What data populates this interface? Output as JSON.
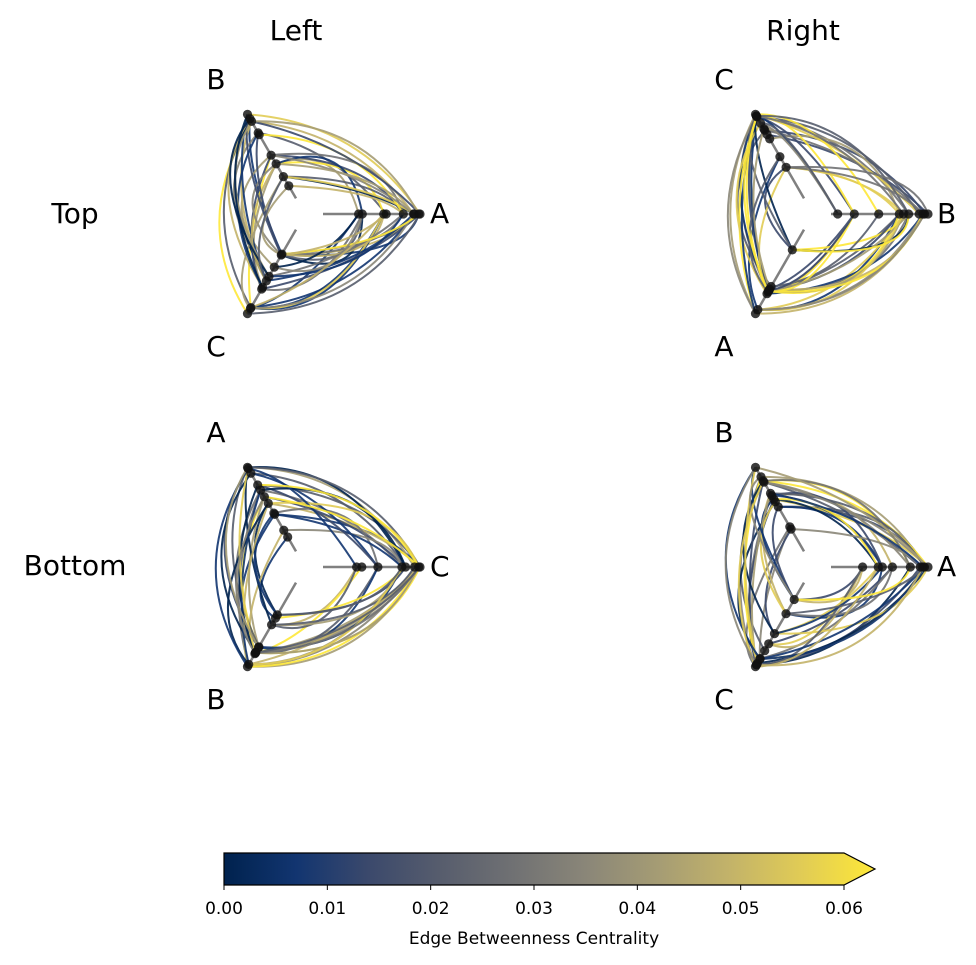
{
  "columns": [
    "Left",
    "Right"
  ],
  "rows": [
    "Top",
    "Bottom"
  ],
  "panels": [
    {
      "col": 0,
      "row": 0,
      "axes": {
        "east": "A",
        "top": "B",
        "bottom": "C"
      }
    },
    {
      "col": 1,
      "row": 0,
      "axes": {
        "east": "B",
        "top": "C",
        "bottom": "A"
      }
    },
    {
      "col": 0,
      "row": 1,
      "axes": {
        "east": "C",
        "top": "A",
        "bottom": "B"
      }
    },
    {
      "col": 1,
      "row": 1,
      "axes": {
        "east": "A",
        "top": "B",
        "bottom": "C"
      }
    }
  ],
  "colorbar": {
    "label": "Edge Betweenness Centrality",
    "ticks": [
      "0.00",
      "0.01",
      "0.02",
      "0.03",
      "0.04",
      "0.05",
      "0.06"
    ],
    "min": 0,
    "max": 0.06,
    "extend": "max",
    "colormap": "cividis",
    "colors": [
      "#00224e",
      "#123570",
      "#3b496c",
      "#575d6d",
      "#707173",
      "#8a8678",
      "#a59c74",
      "#c3b369",
      "#e1cc55",
      "#fee838"
    ]
  },
  "colors": {
    "node": "#111111",
    "axis": "#808080"
  }
}
